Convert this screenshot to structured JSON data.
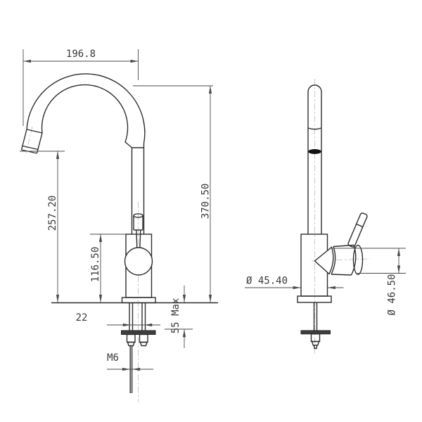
{
  "drawing": {
    "kind": "kitchen-faucet dimensional drawing, two orthographic views",
    "background": "#ffffff",
    "line_color": "#2e2e2e",
    "dim_color": "#4a4a4a",
    "dimensions": {
      "spout_reach": "196.8",
      "outlet_height": "257.20",
      "body_height": "116.50",
      "overall_height": "370.50",
      "hole_spacing": "22",
      "deck_max": "55 Max",
      "thread_size": "M6",
      "body_dia": "Ø 45.40",
      "valve_dia": "Ø 46.50"
    }
  }
}
